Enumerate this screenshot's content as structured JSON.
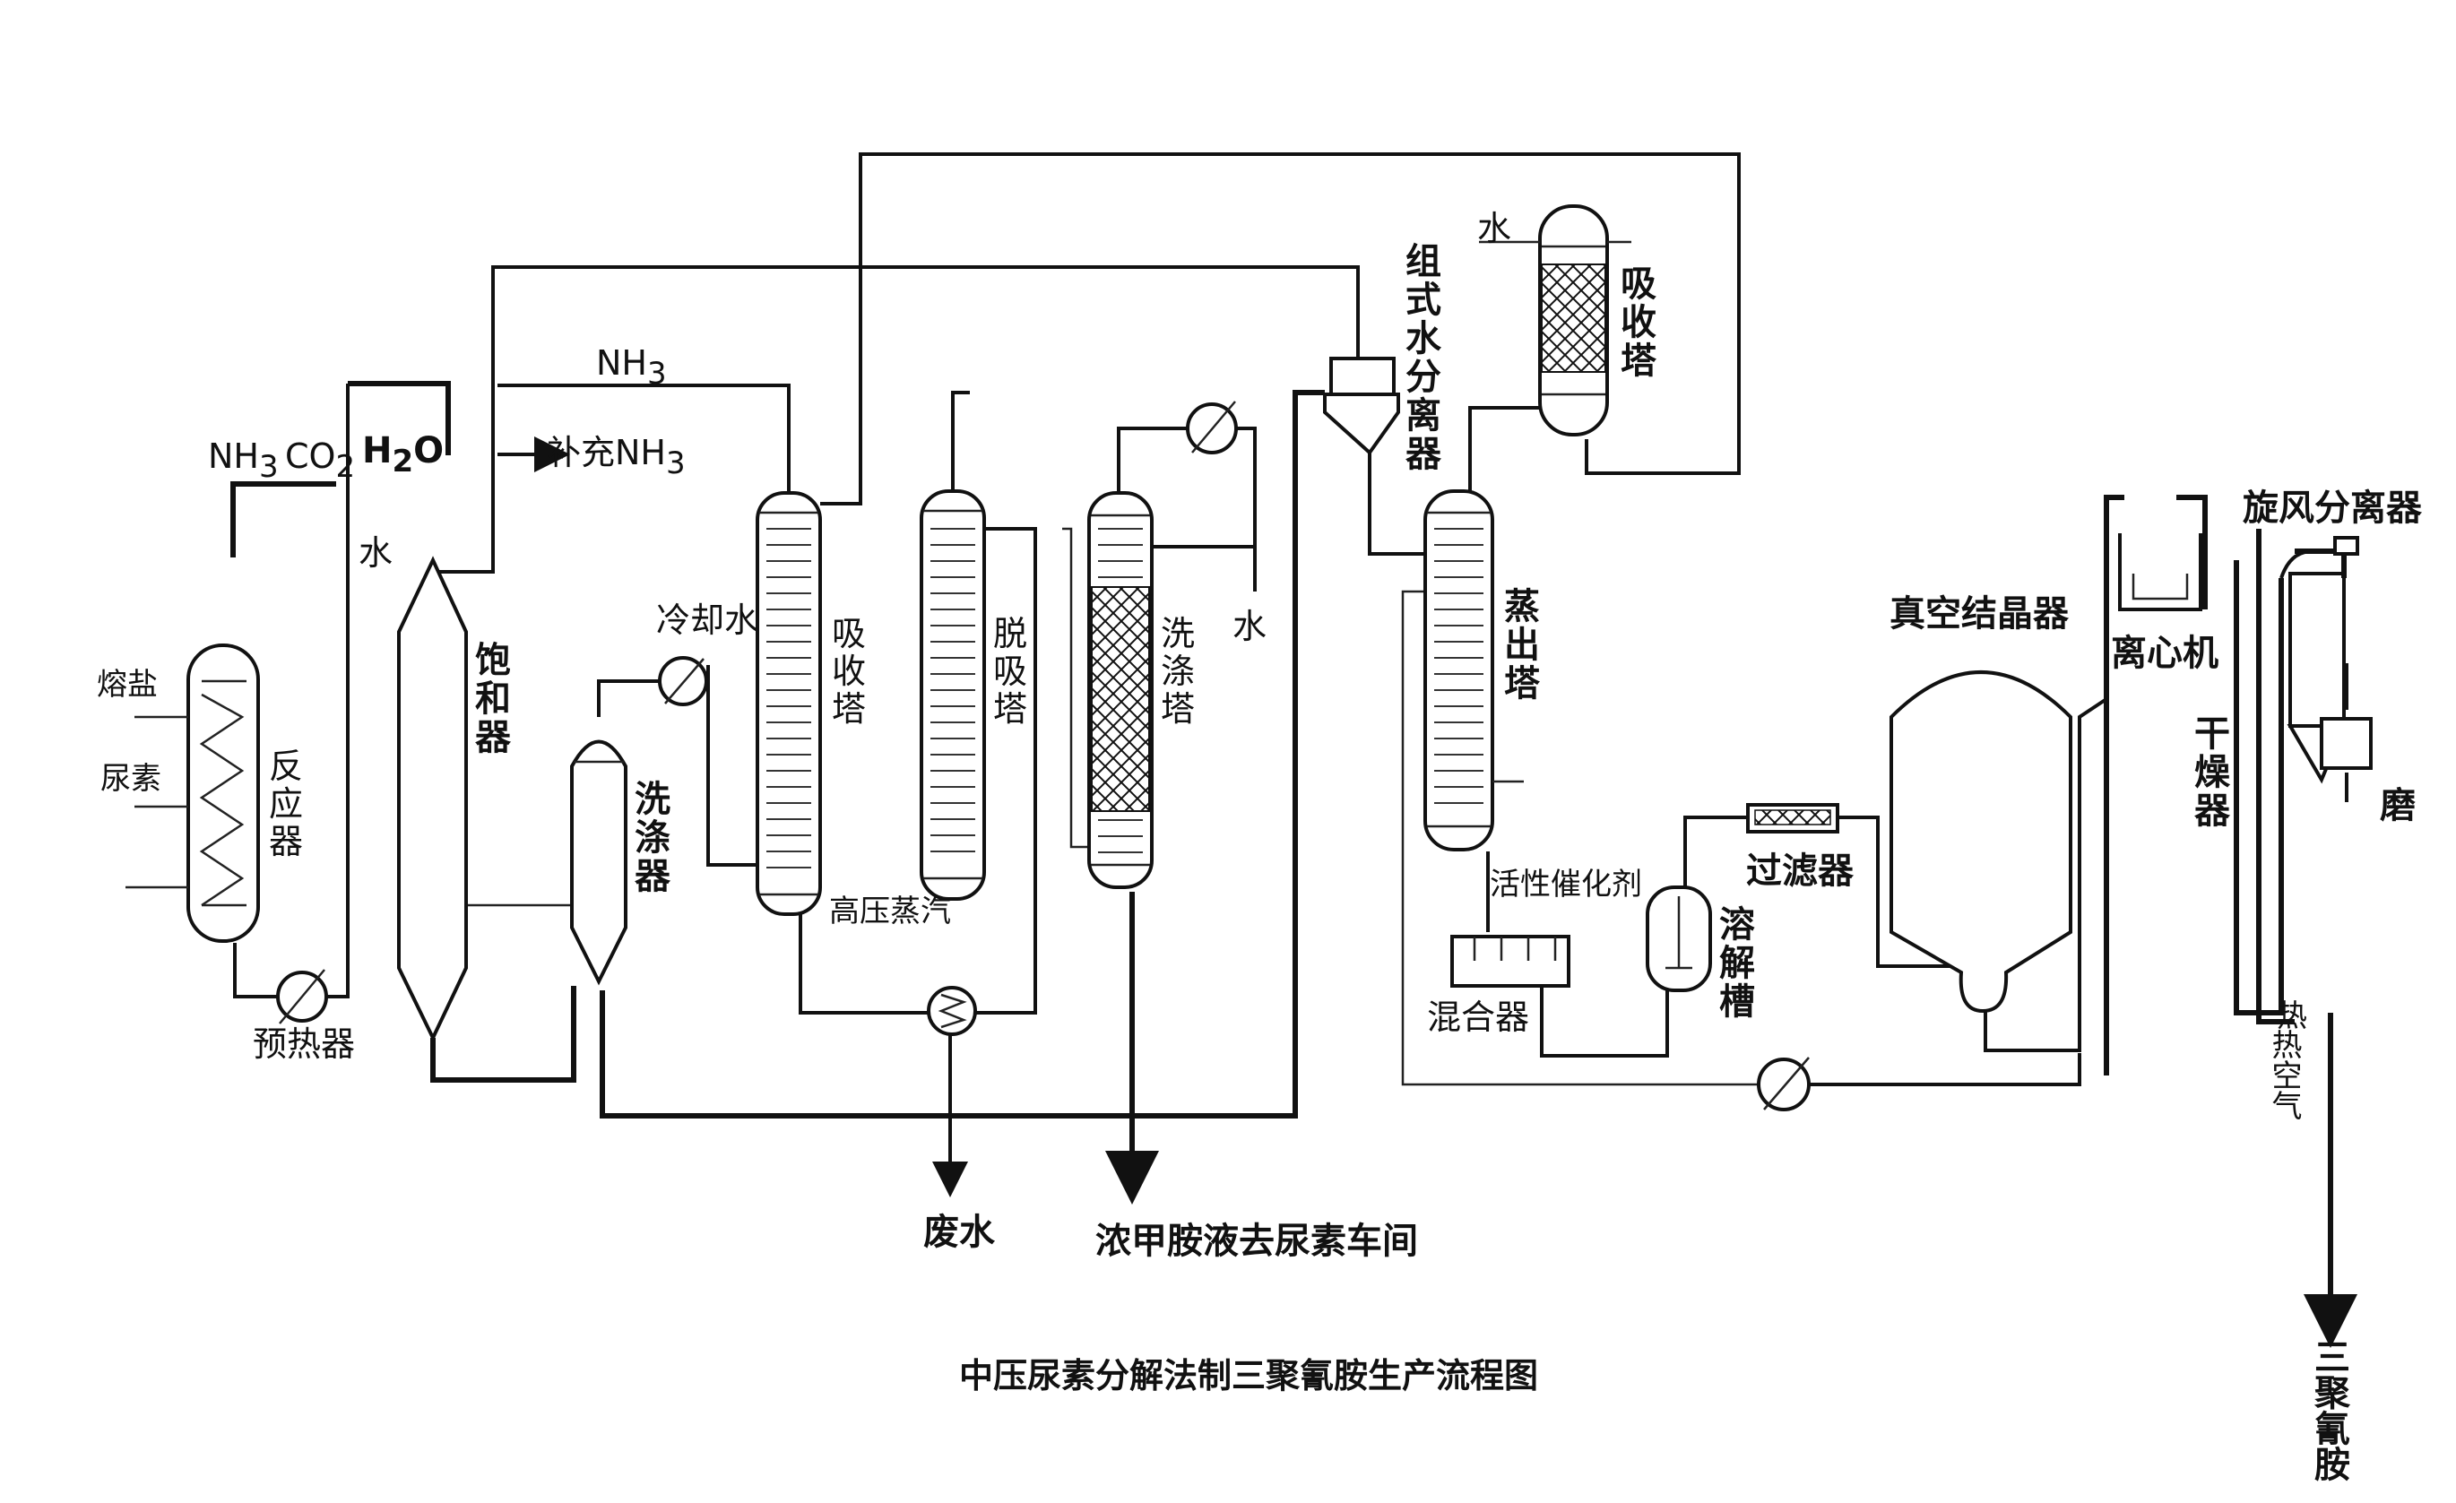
{
  "caption": "中压尿素分解法制三聚氰胺生产流程图",
  "feeds": {
    "nh3": "NH",
    "nh3_sub": "3",
    "co2": "CO",
    "co2_sub": "2",
    "h2o_h": "H",
    "h2o_sub": "2",
    "h2o_o": "O",
    "molten_salt": "熔盐",
    "urea": "尿素",
    "water_saturator": "水",
    "makeup_nh3": "补充NH",
    "makeup_nh3_sub": "3",
    "nh3_line": "NH",
    "nh3_line_sub": "3",
    "cooling_water": "冷却水",
    "hp_steam": "高压蒸汽",
    "water_scrubber": "水",
    "water_absorber2": "水",
    "catalyst": "活性催化剂",
    "hot_air": "热空气"
  },
  "equipment": {
    "reactor": [
      "反",
      "应",
      "器"
    ],
    "preheater": "预热器",
    "saturator": [
      "饱",
      "和",
      "器"
    ],
    "washer": [
      "洗",
      "涤",
      "器"
    ],
    "absorber": [
      "吸",
      "收",
      "塔"
    ],
    "desorber": [
      "脱",
      "吸",
      "塔"
    ],
    "scrubber": [
      "洗",
      "涤",
      "塔"
    ],
    "water_separator": [
      "组",
      "式",
      "水",
      "分",
      "离",
      "器"
    ],
    "absorber2": [
      "吸",
      "收",
      "塔"
    ],
    "stripper": [
      "蒸",
      "出",
      "塔"
    ],
    "mixer": "混合器",
    "dissolver": [
      "溶",
      "解",
      "槽"
    ],
    "filter": "过滤器",
    "crystallizer": "真空结晶器",
    "centrifuge": "离心机",
    "cyclone": "旋风分离器",
    "dryer": [
      "干",
      "燥",
      "器"
    ],
    "mill": "磨"
  },
  "outputs": {
    "wastewater": "废水",
    "carbamate": "浓甲胺液去尿素车间",
    "melamine": [
      "三",
      "聚",
      "氰",
      "胺"
    ]
  }
}
